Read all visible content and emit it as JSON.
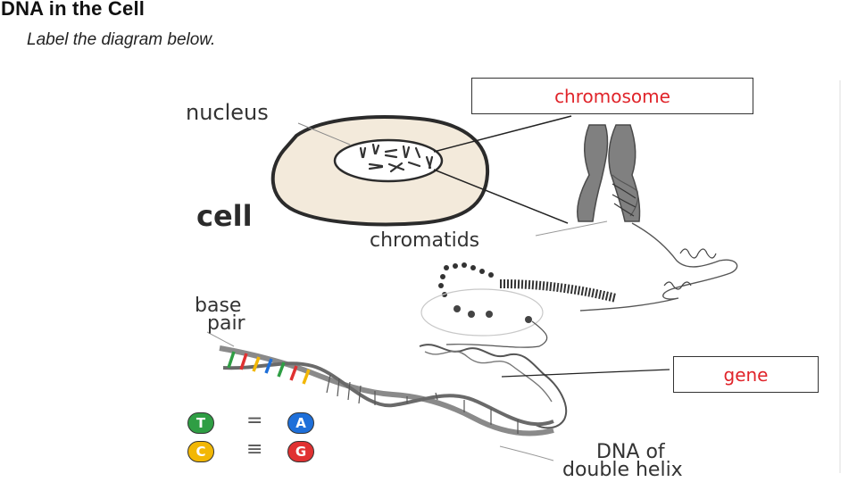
{
  "page": {
    "title": "DNA in the Cell",
    "instruction": "Label the diagram below."
  },
  "labels": {
    "nucleus": "nucleus",
    "cell": "cell",
    "chromatids": "chromatids",
    "base_pair_line1": "base",
    "base_pair_line2": "pair",
    "dna_line1": "DNA of",
    "dna_line2": "double helix"
  },
  "answer_boxes": {
    "chromosome": "chromosome",
    "gene": "gene"
  },
  "base_pairs": [
    {
      "left": "T",
      "bond": "=",
      "right": "A",
      "left_color": "#2f9e44",
      "right_color": "#1e6fd9"
    },
    {
      "left": "C",
      "bond": "≡",
      "right": "G",
      "left_color": "#f2b705",
      "right_color": "#e03131"
    }
  ],
  "colors": {
    "answer_text": "#e0242a",
    "chromosome_gray": "#808080",
    "cell_fill": "#f3eadb"
  }
}
